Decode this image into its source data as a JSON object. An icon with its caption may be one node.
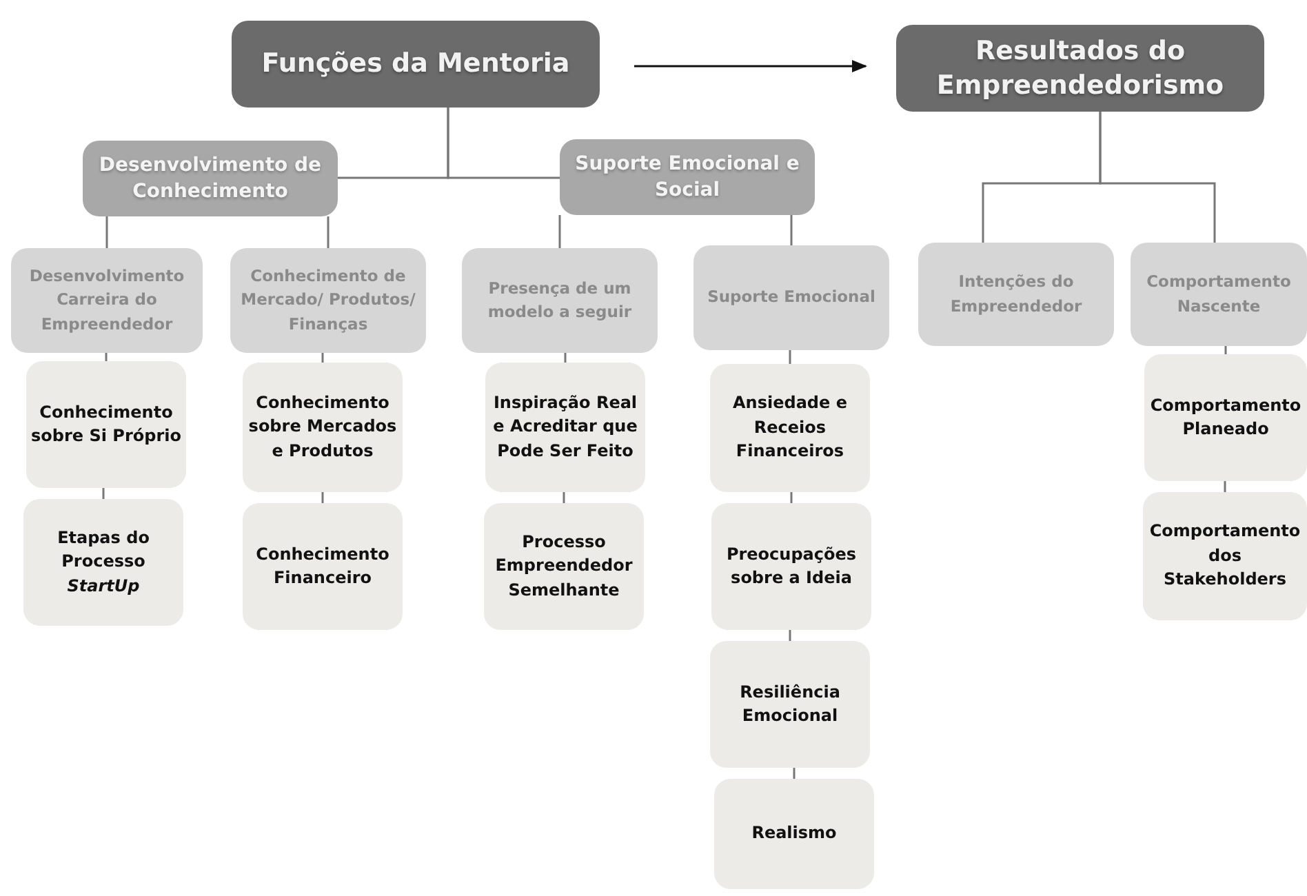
{
  "diagram": {
    "nodes": [
      {
        "text": [
          "Funções da Mentoria"
        ]
      },
      {
        "text": [
          "Resultados do Empreendedorismo"
        ]
      },
      {
        "text": [
          "Desenvolvimento de Conhecimento"
        ]
      },
      {
        "text": [
          "Suporte Emocional e Social"
        ]
      },
      {
        "text": [
          "Desenvolvimento Carreira do Empreendedor"
        ]
      },
      {
        "text": [
          "Conhecimento de Mercado/ Produtos/ Finanças"
        ]
      },
      {
        "text": [
          "Presença de um modelo a seguir"
        ]
      },
      {
        "text": [
          "Suporte Emocional"
        ]
      },
      {
        "text": [
          "Intenções do Empreendedor"
        ]
      },
      {
        "text": [
          "Comportamento Nascente"
        ]
      },
      {
        "text": [
          "Conhecimento sobre Si Próprio"
        ]
      },
      {
        "text": [
          "Etapas do Processo *StartUp*"
        ]
      },
      {
        "text": [
          "Conhecimento sobre Mercados e Produtos"
        ]
      },
      {
        "text": [
          "Conhecimento Financeiro"
        ]
      },
      {
        "text": [
          "Inspiração Real e Acreditar que Pode Ser Feito"
        ]
      },
      {
        "text": [
          "Processo Empreendedor Semelhante"
        ]
      },
      {
        "text": [
          "Ansiedade e Receios Financeiros"
        ]
      },
      {
        "text": [
          "Preocupações sobre a Ideia"
        ]
      },
      {
        "text": [
          "Resiliência Emocional"
        ]
      },
      {
        "text": [
          "Realismo"
        ]
      },
      {
        "text": [
          "Comportamento Planeado"
        ]
      },
      {
        "text": [
          "Comportamento dos Stakeholders"
        ]
      }
    ],
    "edges": [
      {
        "from": 0,
        "to": 1,
        "arrow": "to",
        "color": "#111111"
      },
      {
        "from": 0,
        "to": 2,
        "arrow": "none"
      },
      {
        "from": 0,
        "to": 3,
        "arrow": "none"
      },
      {
        "from": 1,
        "to": 8,
        "arrow": "none"
      },
      {
        "from": 1,
        "to": 9,
        "arrow": "none"
      },
      {
        "from": 2,
        "to": 4,
        "arrow": "none"
      },
      {
        "from": 2,
        "to": 5,
        "arrow": "none"
      },
      {
        "from": 3,
        "to": 6,
        "arrow": "none"
      },
      {
        "from": 3,
        "to": 7,
        "arrow": "none"
      },
      {
        "from": 4,
        "to": 10,
        "arrow": "none"
      },
      {
        "from": 10,
        "to": 11,
        "arrow": "none"
      },
      {
        "from": 5,
        "to": 12,
        "arrow": "none"
      },
      {
        "from": 12,
        "to": 13,
        "arrow": "none"
      },
      {
        "from": 6,
        "to": 14,
        "arrow": "none"
      },
      {
        "from": 14,
        "to": 15,
        "arrow": "none"
      },
      {
        "from": 7,
        "to": 16,
        "arrow": "none"
      },
      {
        "from": 16,
        "to": 17,
        "arrow": "none"
      },
      {
        "from": 17,
        "to": 18,
        "arrow": "none"
      },
      {
        "from": 18,
        "to": 19,
        "arrow": "none"
      },
      {
        "from": 9,
        "to": 20,
        "arrow": "none"
      },
      {
        "from": 20,
        "to": 21,
        "arrow": "none"
      }
    ]
  }
}
